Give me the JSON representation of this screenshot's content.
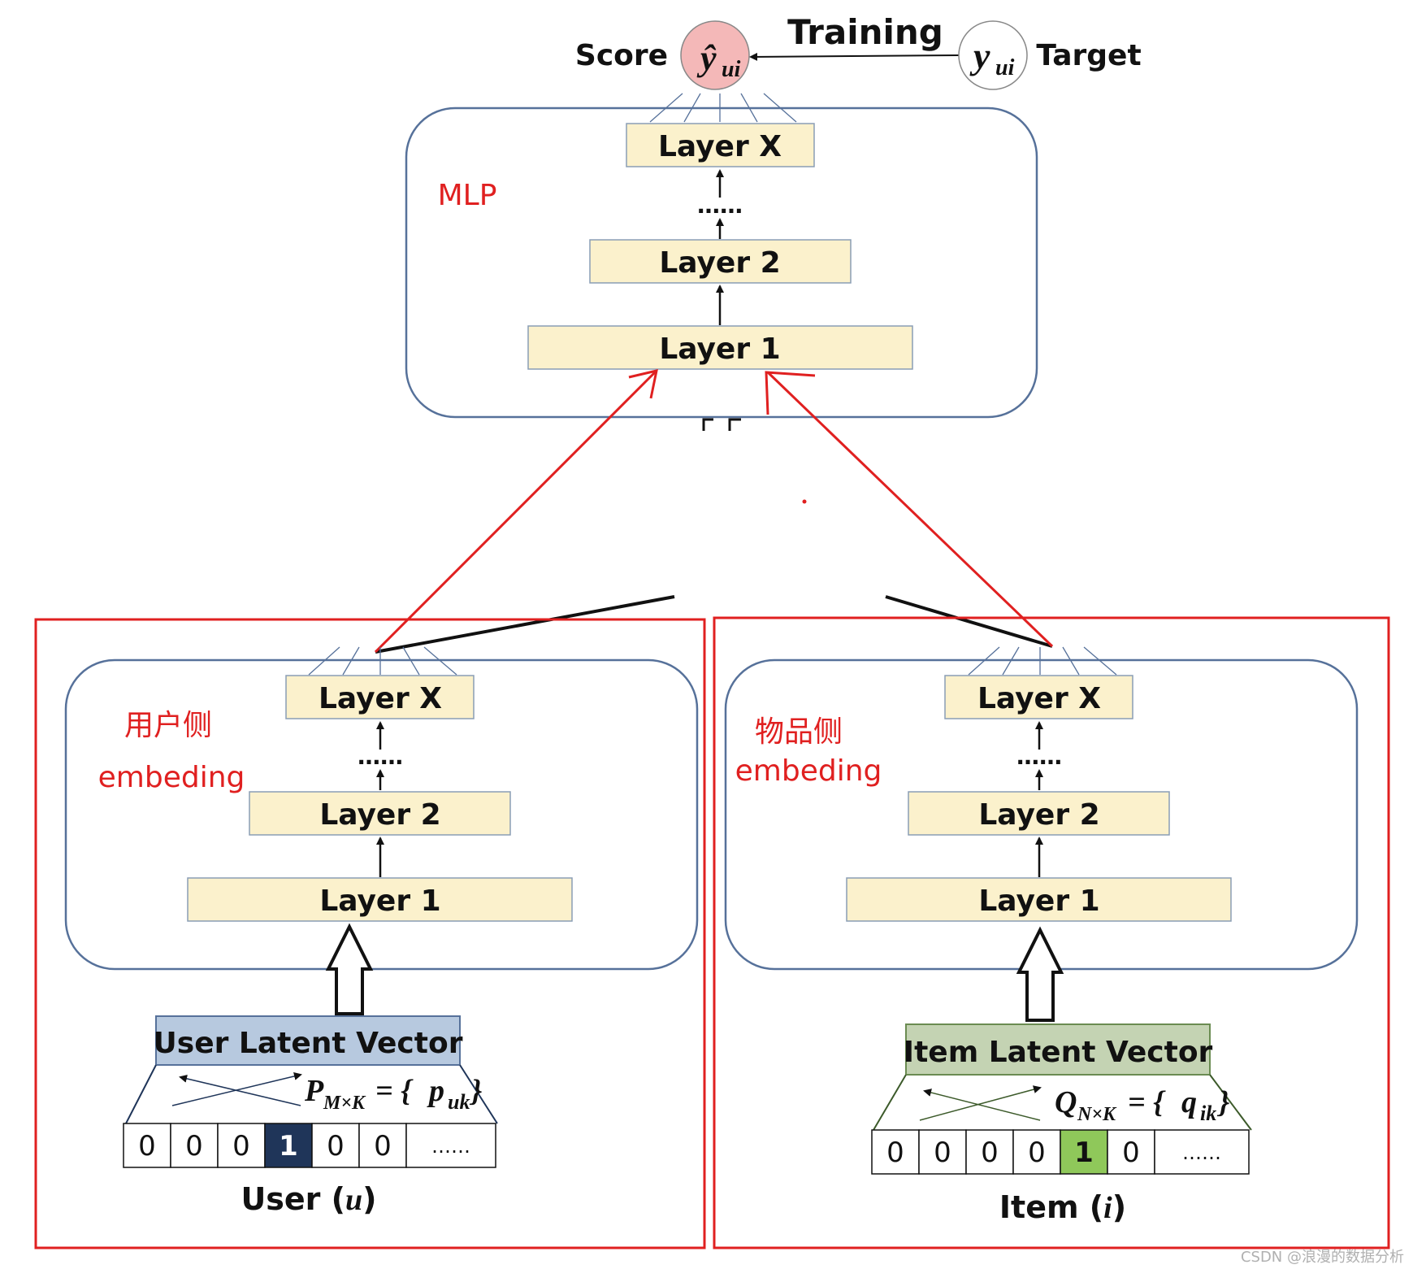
{
  "top": {
    "score_label": "Score",
    "score_symbol": "ŷ",
    "score_sub": "ui",
    "training_label": "Training",
    "target_symbol": "y",
    "target_sub": "ui",
    "target_label": "Target"
  },
  "mlp": {
    "label": "MLP",
    "layer_x": "Layer X",
    "dots": "……",
    "layer_2": "Layer 2",
    "layer_1": "Layer 1"
  },
  "user": {
    "side_label_1": "用户侧",
    "side_label_2": "embeding",
    "layer_x": "Layer X",
    "dots": "……",
    "layer_2": "Layer 2",
    "layer_1": "Layer 1",
    "latent_label": "User Latent Vector",
    "matrix_label": "P",
    "matrix_sub": "M×K",
    "matrix_eq": "= {",
    "matrix_elem": "p",
    "matrix_elem_sub": "uk",
    "matrix_close": "}",
    "onehot": [
      "0",
      "0",
      "0",
      "1",
      "0",
      "0",
      "……"
    ],
    "input_label": "User (",
    "input_var": "u",
    "input_close": ")"
  },
  "item": {
    "side_label_1": "物品侧",
    "side_label_2": "embeding",
    "layer_x": "Layer X",
    "dots": "……",
    "layer_2": "Layer 2",
    "layer_1": "Layer 1",
    "latent_label": "Item Latent Vector",
    "matrix_label": "Q",
    "matrix_sub": "N×K",
    "matrix_eq": "= {",
    "matrix_elem": "q",
    "matrix_elem_sub": "ik",
    "matrix_close": "}",
    "onehot": [
      "0",
      "0",
      "0",
      "0",
      "1",
      "0",
      "……"
    ],
    "input_label": "Item (",
    "input_var": "i",
    "input_close": ")"
  },
  "watermark": "CSDN @浪漫的数据分析",
  "colors": {
    "layer_fill": "#fbf1cc",
    "layer_stroke": "#8a9db5",
    "panel_stroke": "#56719a",
    "red": "#e02020",
    "user_latent": "#b7c9df",
    "item_latent": "#c4d3b3",
    "user_hot": "#1f3559",
    "item_hot": "#8fc85a",
    "score_circle": "#f4b8b8"
  }
}
